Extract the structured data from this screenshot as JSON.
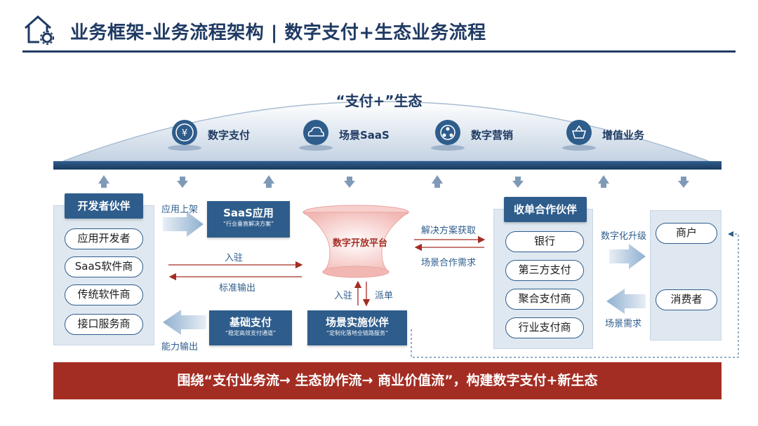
{
  "header": {
    "title": "业务框架-业务流程架构 | 数字支付+生态业务流程"
  },
  "dome": {
    "title": "“支付+”生态",
    "items": [
      {
        "label": "数字支付",
        "icon": "yen-coin-icon"
      },
      {
        "label": "场景SaaS",
        "icon": "cloud-icon"
      },
      {
        "label": "数字营销",
        "icon": "network-icon"
      },
      {
        "label": "增值业务",
        "icon": "basket-icon"
      }
    ]
  },
  "developers": {
    "title": "开发者伙伴",
    "items": [
      "应用开发者",
      "SaaS软件商",
      "传统软件商",
      "接口服务商"
    ]
  },
  "saas_app": {
    "title": "SaaS应用",
    "subtitle": "“行业垂直解决方案”"
  },
  "basic_payment": {
    "title": "基础支付",
    "subtitle": "“稳定高效支付通道”"
  },
  "platform": {
    "label": "数字开放平台"
  },
  "scene_partner": {
    "title": "场景实施伙伴",
    "subtitle": "“定制化落地全链路服务”"
  },
  "acquiring": {
    "title": "收单合作伙伴",
    "items": [
      "银行",
      "第三方支付",
      "聚合支付商",
      "行业支付商"
    ]
  },
  "merchant": {
    "items": [
      "商户",
      "消费者"
    ]
  },
  "labels": {
    "app_listing": "应用上架",
    "settle_in": "入驻",
    "std_output": "标准输出",
    "capability_output": "能力输出",
    "solution_get": "解决方案获取",
    "scene_demand": "场景合作需求",
    "settle_in_v": "入驻",
    "dispatch": "派单",
    "digital_upgrade": "数字化升级",
    "scene_need": "场景需求"
  },
  "footer": {
    "text": "围绕“支付业务流→ 生态协作流→ 商业价值流”，构建数字支付+新生态"
  },
  "colors": {
    "navy": "#1f3a63",
    "blue": "#2e5d8c",
    "red": "#a42d23",
    "panel": "#dfe8f1"
  }
}
